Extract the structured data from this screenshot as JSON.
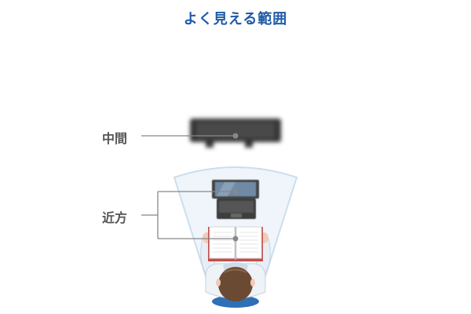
{
  "title": "よく見える範囲",
  "labels": {
    "middle": "中間",
    "near": "近方"
  },
  "colors": {
    "title": "#1f5aa6",
    "label": "#555555",
    "leader_line": "#888888",
    "visual_field_outline": "#bcd3e6",
    "visual_field_fill": "#eaf2f9",
    "monitor": "#3a3a3a",
    "laptop": "#4a4a4a",
    "book_page": "#ffffff",
    "book_cover": "#c0504d",
    "shirt": "#eef3f8",
    "hair": "#6b4a33",
    "skin": "#f5c9b7",
    "chair": "#2f6fb5"
  },
  "icons": [
    "monitor-icon",
    "laptop-icon",
    "open-book-icon",
    "person-top-view-icon"
  ]
}
